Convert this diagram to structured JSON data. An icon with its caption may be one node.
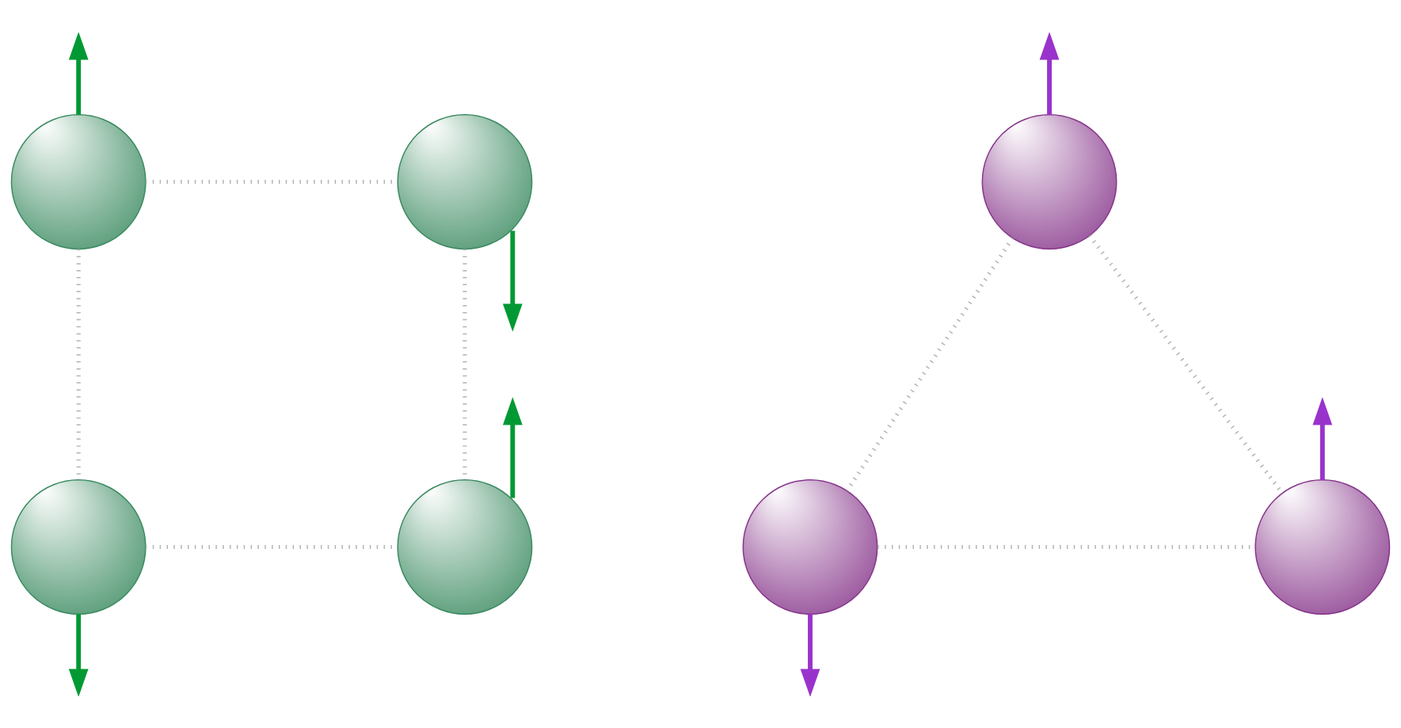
{
  "diagram": {
    "nodes": [
      {
        "text": [],
        "shape": "circle"
      },
      {
        "text": [],
        "shape": "circle"
      },
      {
        "text": [],
        "shape": "circle"
      },
      {
        "text": [],
        "shape": "circle"
      },
      {
        "text": [],
        "shape": "circle"
      },
      {
        "text": [],
        "shape": "circle"
      },
      {
        "text": [],
        "shape": "circle"
      }
    ],
    "edges": [
      {
        "from": 0,
        "to": 1,
        "arrow": "none",
        "style": "dashed"
      },
      {
        "from": 0,
        "to": 2,
        "arrow": "none",
        "style": "dashed"
      },
      {
        "from": 1,
        "to": 3,
        "arrow": "none",
        "style": "dashed"
      },
      {
        "from": 2,
        "to": 3,
        "arrow": "none",
        "style": "dashed"
      },
      {
        "from": 4,
        "to": 5,
        "arrow": "none",
        "style": "dashed"
      },
      {
        "from": 4,
        "to": 6,
        "arrow": "none",
        "style": "dashed"
      },
      {
        "from": 5,
        "to": 6,
        "arrow": "none",
        "style": "dashed"
      },
      {
        "from": 0,
        "to": null,
        "arrow": "to",
        "color": "#009933"
      },
      {
        "from": 1,
        "to": null,
        "arrow": "to",
        "color": "#009933"
      },
      {
        "from": 2,
        "to": null,
        "arrow": "to",
        "color": "#009933"
      },
      {
        "from": 3,
        "to": null,
        "arrow": "to",
        "color": "#009933"
      },
      {
        "from": 4,
        "to": null,
        "arrow": "to",
        "color": "#9933cc"
      },
      {
        "from": 5,
        "to": null,
        "arrow": "to",
        "color": "#9933cc"
      },
      {
        "from": 6,
        "to": null,
        "arrow": "to",
        "color": "#9933cc"
      }
    ]
  }
}
